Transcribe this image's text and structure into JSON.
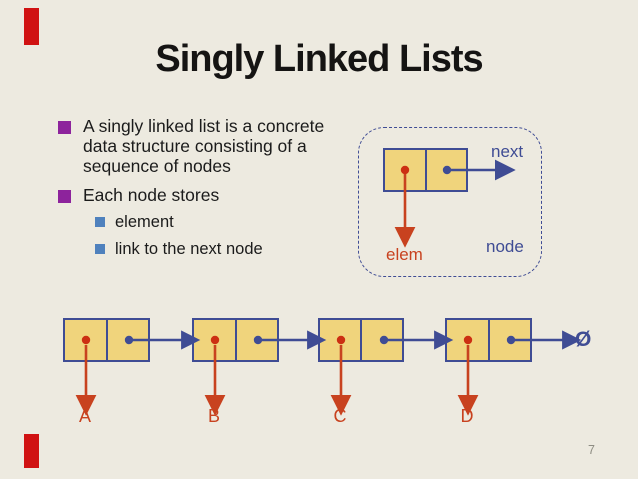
{
  "slide": {
    "title": "Singly Linked Lists",
    "page_number": "7",
    "colors": {
      "background": "#edeae0",
      "title_text": "#151413",
      "body_text": "#1b1b1b",
      "bullet_level1": "#8d239c",
      "bullet_level2": "#4f81bd",
      "node_fill": "#f0d47c",
      "node_border_navy": "#3f4c94",
      "arrow_label_red": "#c8421f",
      "accent_bar_red": "#d01212",
      "page_number_gray": "#8e8d83"
    }
  },
  "bullets": [
    {
      "level": 1,
      "text": "A singly linked list is a concrete data structure consisting of a sequence of nodes"
    },
    {
      "level": 1,
      "text": "Each node stores"
    },
    {
      "level": 2,
      "text": "element"
    },
    {
      "level": 2,
      "text": "link to the next node"
    }
  ],
  "node_diagram": {
    "labels": {
      "next": "next",
      "elem": "elem",
      "node": "node"
    }
  },
  "list_diagram": {
    "node_labels": [
      "A",
      "B",
      "C",
      "D"
    ],
    "terminator": "Ø"
  }
}
